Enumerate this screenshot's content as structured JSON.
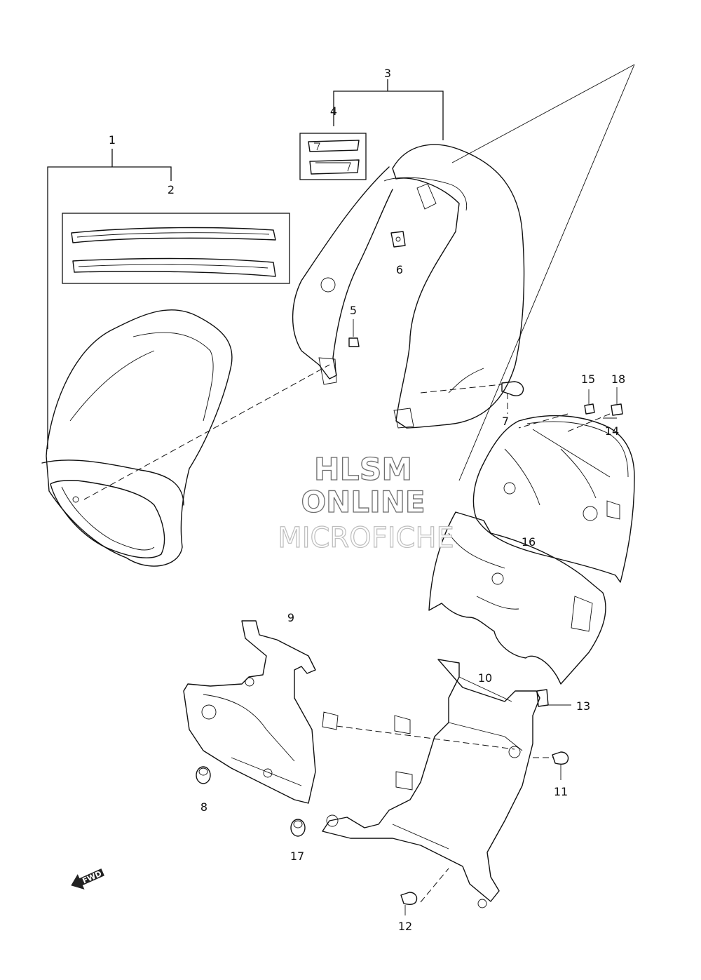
{
  "callouts": [
    "1",
    "2",
    "3",
    "4",
    "5",
    "6",
    "7",
    "8",
    "9",
    "10",
    "11",
    "12",
    "13",
    "14",
    "15",
    "16",
    "17",
    "18"
  ],
  "watermark": {
    "line1": "HLSM",
    "line2": "ONLINE",
    "line3": "MICROFICHE"
  },
  "fwd_label": "FWD",
  "icons": {
    "direction": "fwd-arrow-icon"
  }
}
